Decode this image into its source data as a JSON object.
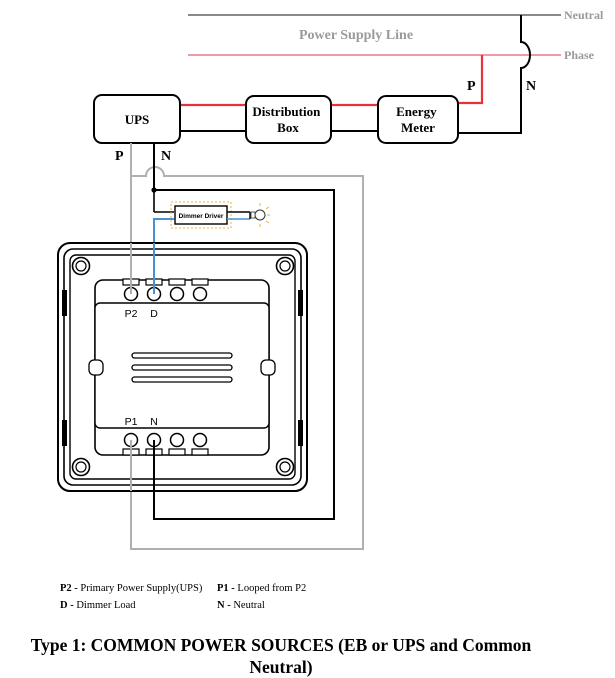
{
  "lines": {
    "power_supply_line": "Power Supply Line",
    "neutral": "Neutral",
    "phase": "Phase"
  },
  "blocks": {
    "ups": "UPS",
    "distribution_box": [
      "Distribution",
      "Box"
    ],
    "energy_meter": [
      "Energy",
      "Meter"
    ],
    "dimmer_driver": "Dimmer Driver"
  },
  "conductor_labels": {
    "meter_phase": "P",
    "meter_neutral": "N",
    "ups_phase": "P",
    "ups_neutral": "N"
  },
  "terminals": {
    "top_left": "P2",
    "top_right": "D",
    "bottom_left": "P1",
    "bottom_right": "N"
  },
  "legend": [
    {
      "key": "P2 -",
      "text": " Primary Power Supply(UPS)"
    },
    {
      "key": "P1 -",
      "text": " Looped from P2"
    },
    {
      "key": "D -",
      "text": " Dimmer Load"
    },
    {
      "key": "N -",
      "text": " Neutral"
    }
  ],
  "caption": [
    "Type 1: COMMON POWER SOURCES (EB or UPS and Common",
    "Neutral)"
  ],
  "colors": {
    "phase": "#e8323a",
    "phase_supply": "#f0787e",
    "neutral": "#000000",
    "neutral_supply": "#8a8a8a",
    "loop": "#b0b0b0",
    "dimmer": "#4a90d9",
    "driver_outline": "#e8b23a"
  }
}
